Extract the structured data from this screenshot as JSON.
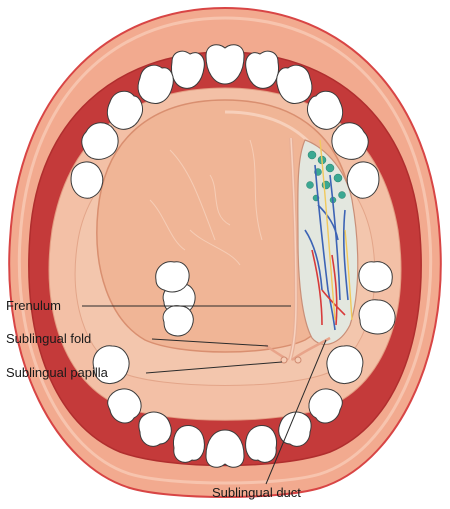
{
  "labels": {
    "frenulum": "Frenulum",
    "sublingual_fold": "Sublingual fold",
    "sublingual_papilla": "Sublingual papilla",
    "sublingual_duct": "Sublingual duct"
  },
  "colors": {
    "lip": "#f2aa8f",
    "lip_outline": "#d84545",
    "mouth_cavity": "#c43a3a",
    "tongue": "#f0b596",
    "floor": "#f3c6ad",
    "tooth": "#ffffff",
    "vein": "#3c63b5",
    "artery": "#d83a3a",
    "gland": "#3aa892",
    "nerve": "#f1c95c"
  }
}
